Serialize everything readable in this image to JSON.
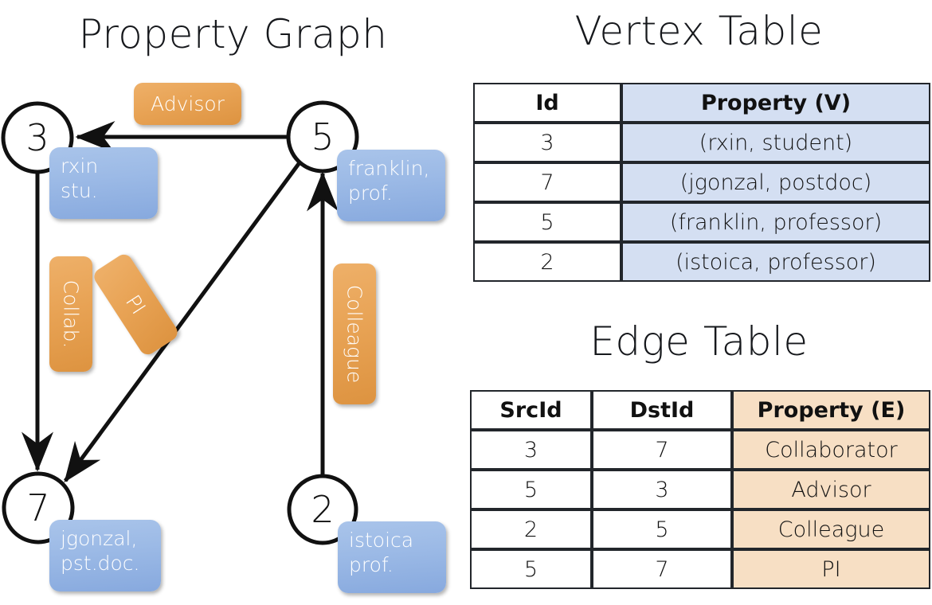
{
  "titles": {
    "property_graph": "Property Graph",
    "vertex_table": "Vertex Table",
    "edge_table": "Edge Table"
  },
  "graph": {
    "nodes": [
      {
        "id": "3",
        "label": "3",
        "property_lines": [
          "rxin",
          "stu."
        ]
      },
      {
        "id": "5",
        "label": "5",
        "property_lines": [
          "franklin,",
          "prof."
        ]
      },
      {
        "id": "7",
        "label": "7",
        "property_lines": [
          "jgonzal,",
          "pst.doc."
        ]
      },
      {
        "id": "2",
        "label": "2",
        "property_lines": [
          "istoica",
          "prof."
        ]
      }
    ],
    "edge_labels": [
      {
        "name": "advisor",
        "text": "Advisor"
      },
      {
        "name": "collab",
        "text": "Collab."
      },
      {
        "name": "pi",
        "text": "PI"
      },
      {
        "name": "colleague",
        "text": "Colleague"
      }
    ],
    "edges": [
      {
        "src": "5",
        "dst": "3",
        "label": "Advisor"
      },
      {
        "src": "3",
        "dst": "7",
        "label": "Collab."
      },
      {
        "src": "5",
        "dst": "7",
        "label": "PI"
      },
      {
        "src": "2",
        "dst": "5",
        "label": "Colleague"
      }
    ]
  },
  "vertex_table": {
    "headers": [
      "Id",
      "Property (V)"
    ],
    "rows": [
      {
        "id": "3",
        "property": "(rxin, student)"
      },
      {
        "id": "7",
        "property": "(jgonzal, postdoc)"
      },
      {
        "id": "5",
        "property": "(franklin, professor)"
      },
      {
        "id": "2",
        "property": "(istoica, professor)"
      }
    ]
  },
  "edge_table": {
    "headers": [
      "SrcId",
      "DstId",
      "Property (E)"
    ],
    "rows": [
      {
        "src": "3",
        "dst": "7",
        "property": "Collaborator"
      },
      {
        "src": "5",
        "dst": "3",
        "property": "Advisor"
      },
      {
        "src": "2",
        "dst": "5",
        "property": "Colleague"
      },
      {
        "src": "5",
        "dst": "7",
        "property": "PI"
      }
    ]
  },
  "colors": {
    "vertex_box": "#9cbae6",
    "edge_box": "#e8a355",
    "vertex_table_header": "#d4dff2",
    "edge_table_header": "#f7dfc4",
    "stroke": "#111111"
  }
}
